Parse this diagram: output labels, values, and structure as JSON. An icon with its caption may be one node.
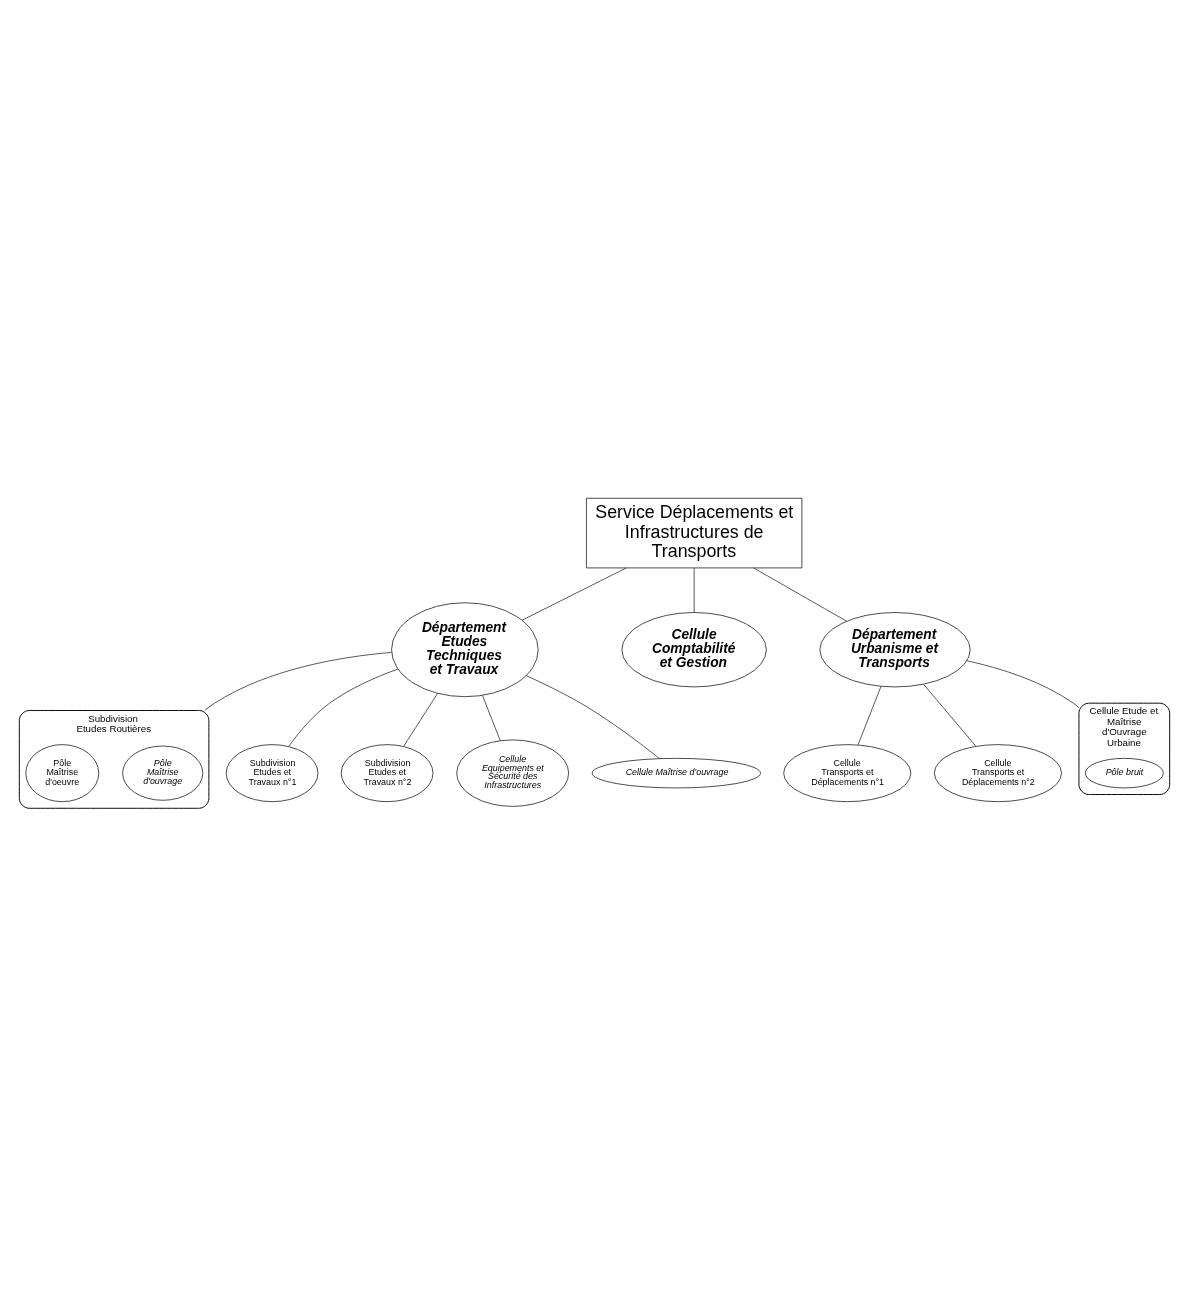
{
  "diagram": {
    "nodes": [
      {
        "text": [
          "Service Déplacements et Infrastructures de Transports"
        ]
      },
      {
        "text": [
          "Département Etudes Techniques et Travaux"
        ]
      },
      {
        "text": [
          "Cellule Comptabilité et Gestion"
        ]
      },
      {
        "text": [
          "Département Urbanisme et Transports"
        ]
      },
      {
        "text": [
          "Subdivision Etudes Routières"
        ]
      },
      {
        "text": [
          "Pôle Maîtrise d'ouvrage"
        ],
        "in": 4
      },
      {
        "text": [
          "Pôle Maîtrise d'oeuvre"
        ],
        "in": 4
      },
      {
        "text": [
          "Subdivision Etudes et Travaux n°1"
        ]
      },
      {
        "text": [
          "Subdivision Etudes et Travaux n°2"
        ]
      },
      {
        "text": [
          "Cellule Equipements et Sécurité des Infrastructures"
        ]
      },
      {
        "text": [
          "Cellule Maîtrise d'ouvrage"
        ]
      },
      {
        "text": [
          "Cellule Transports et Déplacements n°1"
        ]
      },
      {
        "text": [
          "Cellule Transports et Déplacements n°2"
        ]
      },
      {
        "text": [
          "Cellule Etude et Maîtrise d'Ouvrage Urbaine"
        ]
      },
      {
        "text": [
          "Pôle bruit"
        ],
        "in": 13
      }
    ],
    "edges": [
      {
        "from": 0,
        "to": 1,
        "arrow": "none"
      },
      {
        "from": 0,
        "to": 2,
        "arrow": "none"
      },
      {
        "from": 0,
        "to": 3,
        "arrow": "none"
      },
      {
        "from": 1,
        "to": 4,
        "arrow": "none"
      },
      {
        "from": 1,
        "to": 7,
        "arrow": "none"
      },
      {
        "from": 1,
        "to": 8,
        "arrow": "none"
      },
      {
        "from": 1,
        "to": 9,
        "arrow": "none"
      },
      {
        "from": 1,
        "to": 10,
        "arrow": "none"
      },
      {
        "from": 3,
        "to": 11,
        "arrow": "none"
      },
      {
        "from": 3,
        "to": 12,
        "arrow": "none"
      },
      {
        "from": 3,
        "to": 13,
        "arrow": "none"
      }
    ]
  }
}
